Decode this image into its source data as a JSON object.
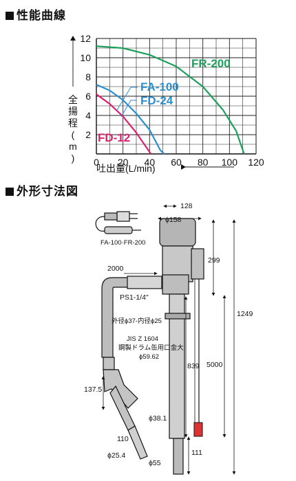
{
  "headings": {
    "performance": "性能曲線",
    "dimensions": "外形寸法図"
  },
  "chart_data": {
    "type": "line",
    "xlabel": "吐出量(L/min)",
    "ylabel": "全揚程(m)",
    "xlim": [
      0,
      120
    ],
    "ylim": [
      0,
      12
    ],
    "x_ticks": [
      "0",
      "20",
      "40",
      "60",
      "80",
      "100",
      "120"
    ],
    "y_ticks": [
      "2",
      "4",
      "6",
      "8",
      "10",
      "12"
    ],
    "grid": true,
    "series": [
      {
        "name": "FR-200",
        "color": "#1aa05a",
        "points": [
          [
            0,
            11.2
          ],
          [
            20,
            11.0
          ],
          [
            40,
            10.3
          ],
          [
            60,
            9.1
          ],
          [
            80,
            7.0
          ],
          [
            95,
            4.6
          ],
          [
            105,
            2.4
          ],
          [
            111,
            0
          ]
        ]
      },
      {
        "name": "FA-100",
        "name2": "FD-24",
        "color": "#2a8fd0",
        "points": [
          [
            0,
            7.2
          ],
          [
            10,
            6.6
          ],
          [
            20,
            5.6
          ],
          [
            30,
            4.2
          ],
          [
            40,
            2.5
          ],
          [
            48,
            0.4
          ],
          [
            51,
            0
          ]
        ]
      },
      {
        "name": "FD-12",
        "color": "#d8236e",
        "points": [
          [
            0,
            6.2
          ],
          [
            10,
            5.2
          ],
          [
            20,
            3.9
          ],
          [
            30,
            2.2
          ],
          [
            38,
            0.6
          ],
          [
            41,
            0
          ]
        ]
      }
    ]
  },
  "drawing": {
    "caption_plug": "FA-100·FR-200",
    "dims": {
      "d128": "128",
      "phi158": "ϕ158",
      "d299": "299",
      "d1249": "1249",
      "d2000": "2000",
      "ps": "PS1-1/4\"",
      "hose": "外径ϕ37-内径ϕ25",
      "jis": "JIS Z 1604",
      "jis2": "鋼製ドラム缶用口金大",
      "phi5962": "ϕ59.62",
      "d839": "839",
      "d5000": "5000",
      "d1375": "137.5",
      "phi381": "ϕ38.1",
      "d110": "110",
      "phi254": "ϕ25.4",
      "d111": "111",
      "phi55": "ϕ55"
    }
  }
}
